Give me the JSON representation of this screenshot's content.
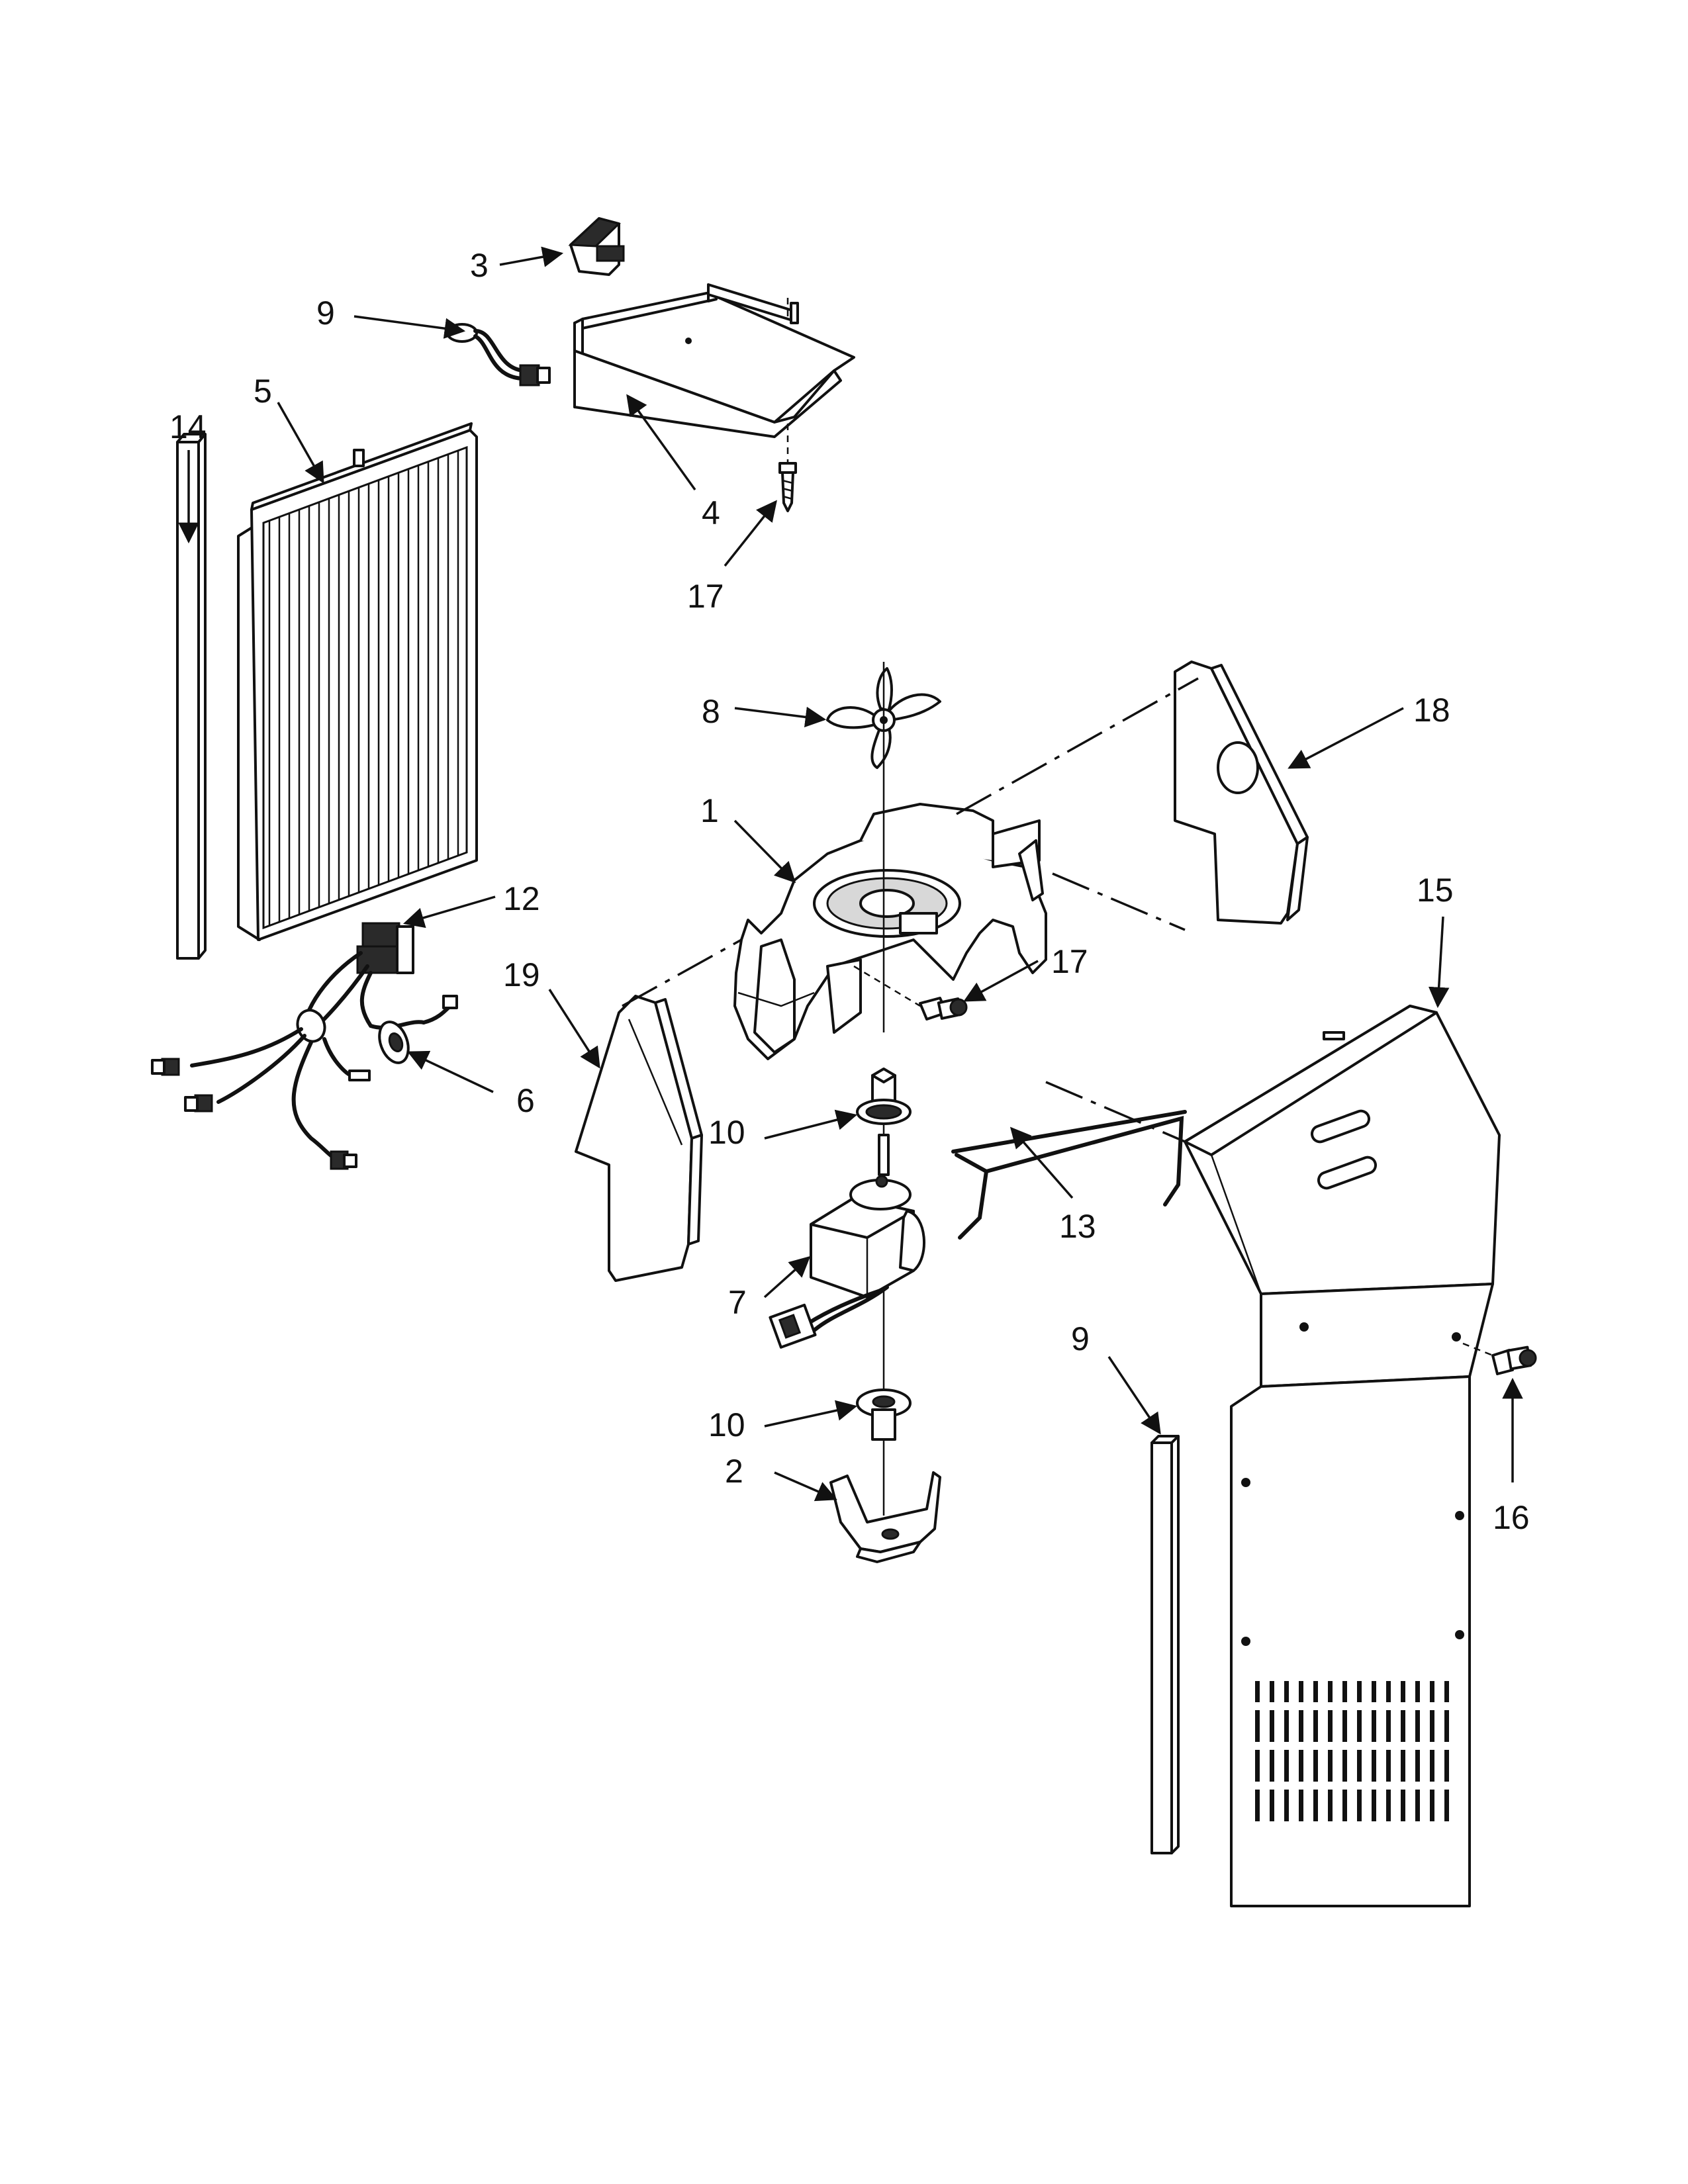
{
  "callouts": [
    {
      "id": "c3",
      "text": "3"
    },
    {
      "id": "c9a",
      "text": "9"
    },
    {
      "id": "c5",
      "text": "5"
    },
    {
      "id": "c14",
      "text": "14"
    },
    {
      "id": "c4",
      "text": "4"
    },
    {
      "id": "c17a",
      "text": "17"
    },
    {
      "id": "c8",
      "text": "8"
    },
    {
      "id": "c18",
      "text": "18"
    },
    {
      "id": "c1",
      "text": "1"
    },
    {
      "id": "c15",
      "text": "15"
    },
    {
      "id": "c12",
      "text": "12"
    },
    {
      "id": "c17b",
      "text": "17"
    },
    {
      "id": "c19",
      "text": "19"
    },
    {
      "id": "c6",
      "text": "6"
    },
    {
      "id": "c10a",
      "text": "10"
    },
    {
      "id": "c13",
      "text": "13"
    },
    {
      "id": "c7",
      "text": "7"
    },
    {
      "id": "c9b",
      "text": "9"
    },
    {
      "id": "c10b",
      "text": "10"
    },
    {
      "id": "c2",
      "text": "2"
    },
    {
      "id": "c16",
      "text": "16"
    }
  ]
}
